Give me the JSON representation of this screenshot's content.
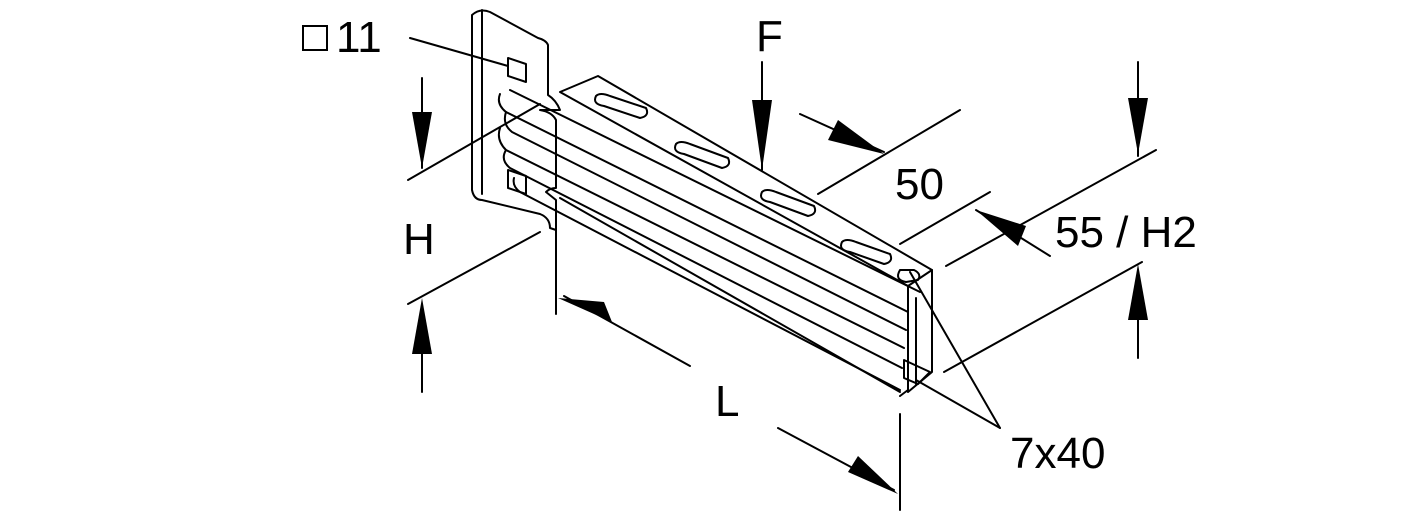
{
  "labels": {
    "square_size": "11",
    "force": "F",
    "width_50": "50",
    "height_h2": "55 / H2",
    "height_h": "H",
    "length_l": "L",
    "slot": "7x40"
  },
  "colors": {
    "stroke": "#000000",
    "fill": "#ffffff"
  }
}
